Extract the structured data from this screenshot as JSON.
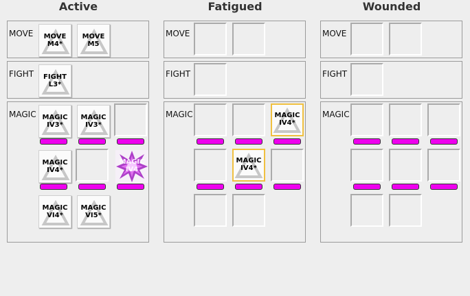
{
  "columns": {
    "active": {
      "title": "Active"
    },
    "fatigued": {
      "title": "Fatigued"
    },
    "wounded": {
      "title": "Wounded"
    }
  },
  "row_labels": {
    "move": "MOVE",
    "fight": "FIGHT",
    "magic": "MAGIC"
  },
  "active": {
    "move": [
      {
        "line1": "MOVE",
        "line2": "M4*"
      },
      {
        "line1": "MOVE",
        "line2": "M5"
      }
    ],
    "fight": [
      {
        "line1": "FIGHT",
        "line2": "L3*"
      }
    ],
    "magic": [
      {
        "line1": "MAGIC",
        "line2": "IV3*"
      },
      {
        "line1": "MAGIC",
        "line2": "IV3*"
      },
      {
        "line1": "MAGIC",
        "line2": "IV4*"
      },
      {
        "line1": "MAGIC",
        "line2": "VI4*"
      },
      {
        "line1": "MAGIC",
        "line2": "VI5*"
      },
      {
        "line1": "MAGIC",
        "line2": "IV4"
      }
    ]
  },
  "fatigued": {
    "magic": [
      {
        "line1": "MAGIC",
        "line2": "IV4*"
      },
      {
        "line1": "MAGIC",
        "line2": "IV4*"
      }
    ]
  },
  "colors": {
    "mana_bar": "#ee00ee",
    "highlight_border": "#f0c040",
    "enchanted_burst": "#a020c0"
  }
}
